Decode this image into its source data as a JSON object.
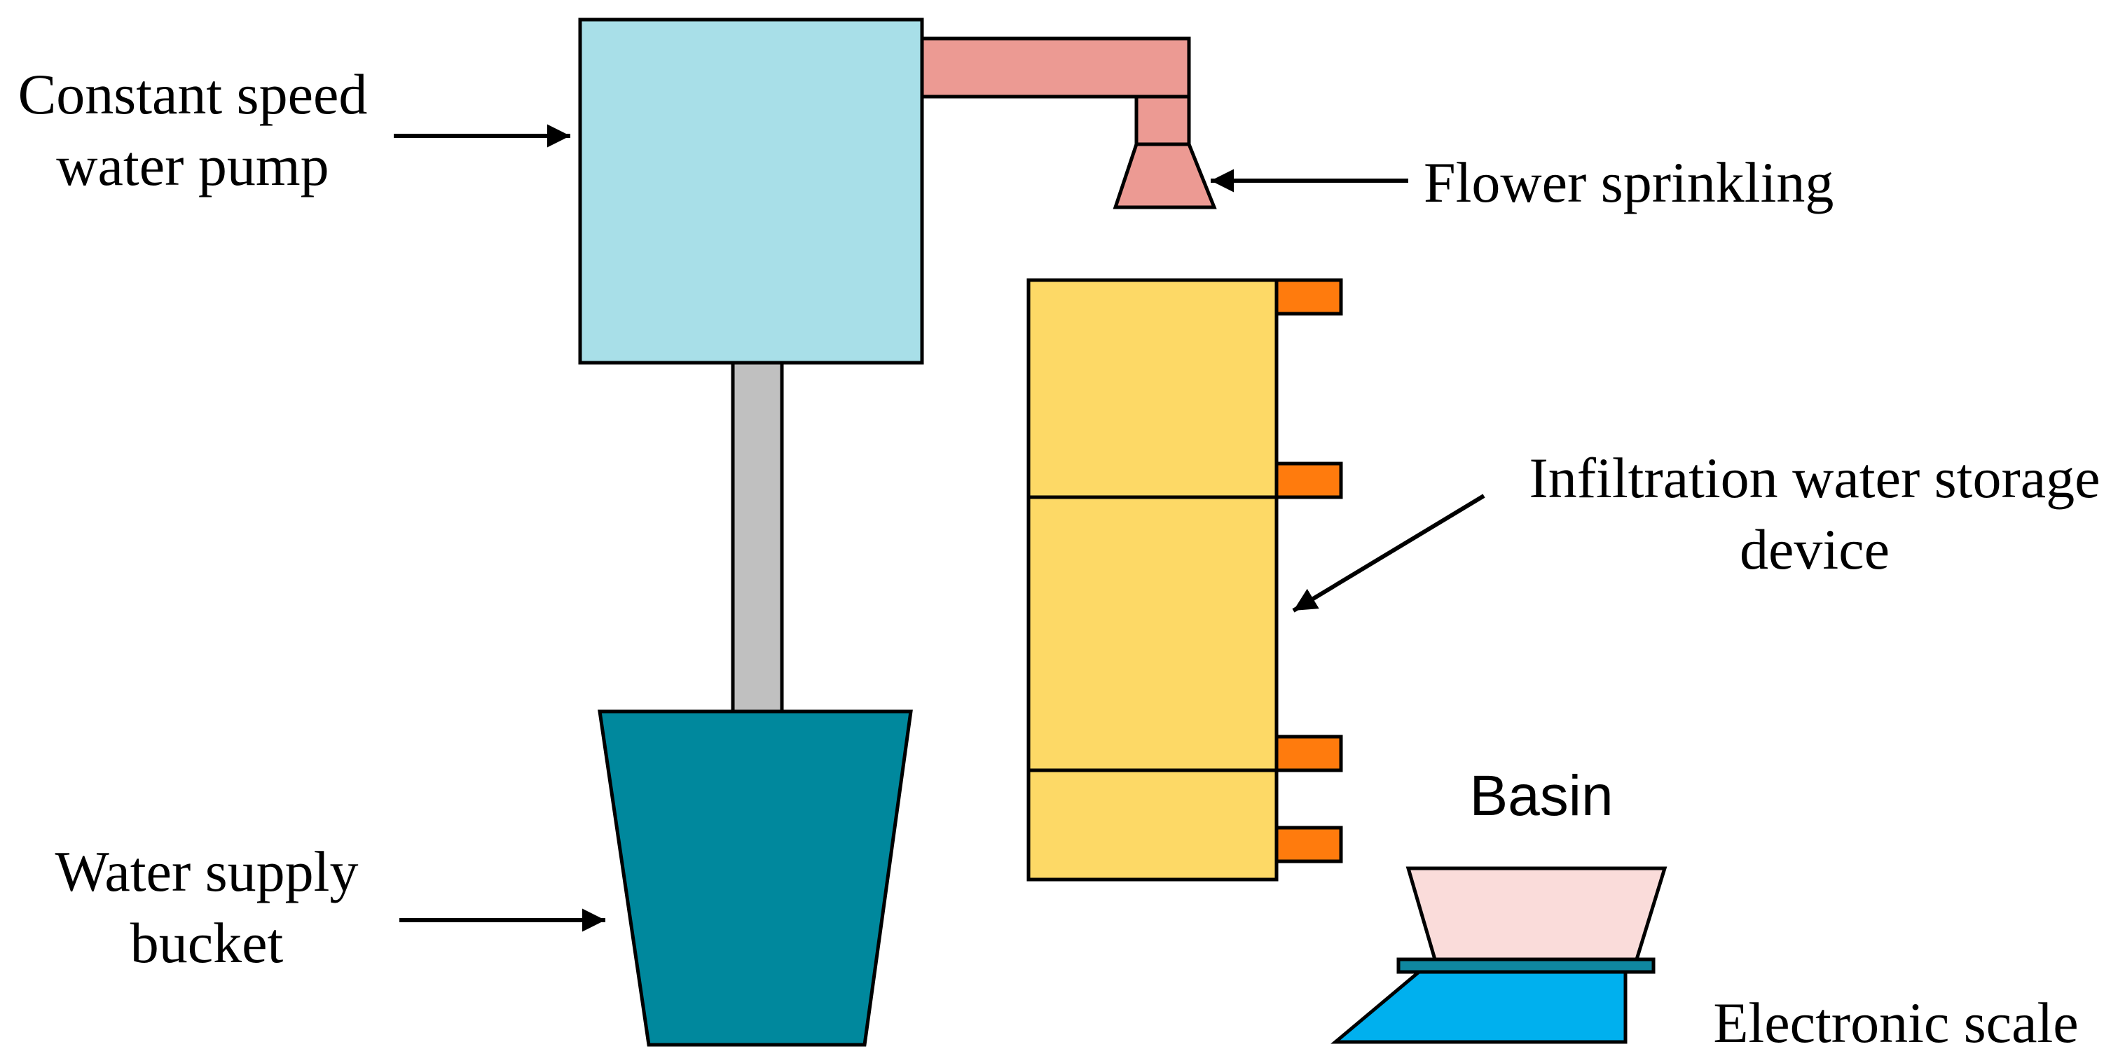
{
  "labels": {
    "pump_line1": "Constant speed",
    "pump_line2": "water pump",
    "sprinkler": "Flower sprinkling",
    "storage_line1": "Infiltration water storage",
    "storage_line2": "device",
    "basin": "Basin",
    "bucket_line1": "Water supply",
    "bucket_line2": "bucket",
    "scale": "Electronic scale"
  },
  "colors": {
    "pump": "#a8dfe8",
    "pipe_to_sprinkler": "#ec9a93",
    "sprinkler": "#ec9a93",
    "vertical_pipe": "#c0c0c0",
    "bucket": "#00889d",
    "storage": "#fdd966",
    "outlets": "#ff7b0d",
    "basin": "#fadcda",
    "scale_plate": "#0f87a0",
    "scale": "#00b0ee",
    "stroke": "#000000"
  }
}
